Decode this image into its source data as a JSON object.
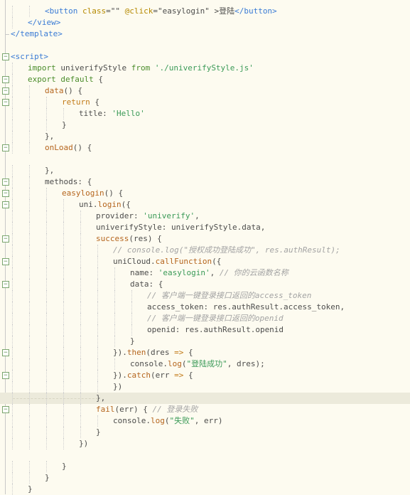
{
  "lines": [
    {
      "indent": 2,
      "fold": "",
      "tokens": [
        [
          "tag",
          "<button "
        ],
        [
          "attr",
          "class"
        ],
        [
          "plain",
          "=\"\" "
        ],
        [
          "attr",
          "@click"
        ],
        [
          "plain",
          "=\"easylogin\" >登陆"
        ],
        [
          "tag",
          "</button>"
        ]
      ]
    },
    {
      "indent": 1,
      "fold": "",
      "tokens": [
        [
          "tag",
          "</view>"
        ]
      ]
    },
    {
      "indent": 0,
      "fold": "end",
      "tokens": [
        [
          "tag",
          "</template>"
        ]
      ]
    },
    {
      "indent": 0,
      "fold": "",
      "tokens": []
    },
    {
      "indent": 0,
      "fold": "open",
      "tokens": [
        [
          "tag",
          "<script>"
        ]
      ]
    },
    {
      "indent": 1,
      "fold": "",
      "tokens": [
        [
          "kw2",
          "import"
        ],
        [
          "plain",
          " univerifyStyle "
        ],
        [
          "kw2",
          "from"
        ],
        [
          "plain",
          " "
        ],
        [
          "str",
          "'./univerifyStyle.js'"
        ]
      ]
    },
    {
      "indent": 1,
      "fold": "open",
      "tokens": [
        [
          "kw2",
          "export default"
        ],
        [
          "plain",
          " {"
        ]
      ]
    },
    {
      "indent": 2,
      "fold": "open",
      "tokens": [
        [
          "fn",
          "data"
        ],
        [
          "plain",
          "() {"
        ]
      ]
    },
    {
      "indent": 3,
      "fold": "open",
      "tokens": [
        [
          "kw",
          "return"
        ],
        [
          "plain",
          " {"
        ]
      ]
    },
    {
      "indent": 4,
      "fold": "",
      "tokens": [
        [
          "plain",
          "title: "
        ],
        [
          "str",
          "'Hello'"
        ]
      ]
    },
    {
      "indent": 3,
      "fold": "",
      "tokens": [
        [
          "plain",
          "}"
        ]
      ]
    },
    {
      "indent": 2,
      "fold": "",
      "tokens": [
        [
          "plain",
          "},"
        ]
      ]
    },
    {
      "indent": 2,
      "fold": "open",
      "tokens": [
        [
          "fn",
          "onLoad"
        ],
        [
          "plain",
          "() {"
        ]
      ]
    },
    {
      "indent": 0,
      "fold": "",
      "tokens": []
    },
    {
      "indent": 2,
      "fold": "",
      "tokens": [
        [
          "plain",
          "},"
        ]
      ]
    },
    {
      "indent": 2,
      "fold": "open",
      "tokens": [
        [
          "plain",
          "methods: {"
        ]
      ]
    },
    {
      "indent": 3,
      "fold": "open",
      "tokens": [
        [
          "fn",
          "easylogin"
        ],
        [
          "plain",
          "() {"
        ]
      ]
    },
    {
      "indent": 4,
      "fold": "open",
      "tokens": [
        [
          "plain",
          "uni."
        ],
        [
          "fn",
          "login"
        ],
        [
          "plain",
          "({"
        ]
      ]
    },
    {
      "indent": 5,
      "fold": "",
      "tokens": [
        [
          "plain",
          "provider: "
        ],
        [
          "str",
          "'univerify'"
        ],
        [
          "plain",
          ","
        ]
      ]
    },
    {
      "indent": 5,
      "fold": "",
      "tokens": [
        [
          "plain",
          "univerifyStyle: univerifyStyle.data,"
        ]
      ]
    },
    {
      "indent": 5,
      "fold": "open",
      "tokens": [
        [
          "fn",
          "success"
        ],
        [
          "plain",
          "(res) {"
        ]
      ]
    },
    {
      "indent": 6,
      "fold": "",
      "tokens": [
        [
          "cmt",
          "// console.log(\"授权成功登陆成功\", res.authResult);"
        ]
      ]
    },
    {
      "indent": 6,
      "fold": "open",
      "tokens": [
        [
          "plain",
          "uniCloud."
        ],
        [
          "fn",
          "callFunction"
        ],
        [
          "plain",
          "({"
        ]
      ]
    },
    {
      "indent": 7,
      "fold": "",
      "tokens": [
        [
          "plain",
          "name: "
        ],
        [
          "str",
          "'easylogin'"
        ],
        [
          "plain",
          ", "
        ],
        [
          "cmt",
          "// 你的云函数名称"
        ]
      ]
    },
    {
      "indent": 7,
      "fold": "open",
      "tokens": [
        [
          "plain",
          "data: {"
        ]
      ]
    },
    {
      "indent": 8,
      "fold": "",
      "tokens": [
        [
          "cmt",
          "// 客户端一键登录接口返回的access_token"
        ]
      ]
    },
    {
      "indent": 8,
      "fold": "",
      "tokens": [
        [
          "plain",
          "access_token: res.authResult.access_token,"
        ]
      ]
    },
    {
      "indent": 8,
      "fold": "",
      "tokens": [
        [
          "cmt",
          "// 客户端一键登录接口返回的openid"
        ]
      ]
    },
    {
      "indent": 8,
      "fold": "",
      "tokens": [
        [
          "plain",
          "openid: res.authResult.openid"
        ]
      ]
    },
    {
      "indent": 7,
      "fold": "",
      "tokens": [
        [
          "plain",
          "}"
        ]
      ]
    },
    {
      "indent": 6,
      "fold": "open",
      "tokens": [
        [
          "plain",
          "})."
        ],
        [
          "fn",
          "then"
        ],
        [
          "plain",
          "(dres "
        ],
        [
          "kw",
          "=>"
        ],
        [
          "plain",
          " {"
        ]
      ]
    },
    {
      "indent": 7,
      "fold": "",
      "tokens": [
        [
          "plain",
          "console."
        ],
        [
          "fn",
          "log"
        ],
        [
          "plain",
          "("
        ],
        [
          "str",
          "\"登陆成功\""
        ],
        [
          "plain",
          ", dres);"
        ]
      ]
    },
    {
      "indent": 6,
      "fold": "open",
      "tokens": [
        [
          "plain",
          "})."
        ],
        [
          "fn",
          "catch"
        ],
        [
          "plain",
          "(err "
        ],
        [
          "kw",
          "=>"
        ],
        [
          "plain",
          " {"
        ]
      ]
    },
    {
      "indent": 6,
      "fold": "",
      "tokens": [
        [
          "plain",
          "})"
        ]
      ]
    },
    {
      "indent": 5,
      "fold": "",
      "hl": true,
      "tokens": [
        [
          "plain",
          "},"
        ]
      ]
    },
    {
      "indent": 5,
      "fold": "open",
      "tokens": [
        [
          "fn",
          "fail"
        ],
        [
          "plain",
          "(err) { "
        ],
        [
          "cmt",
          "// 登录失败"
        ]
      ]
    },
    {
      "indent": 6,
      "fold": "",
      "tokens": [
        [
          "plain",
          "console."
        ],
        [
          "fn",
          "log"
        ],
        [
          "plain",
          "("
        ],
        [
          "str",
          "\"失败\""
        ],
        [
          "plain",
          ", err)"
        ]
      ]
    },
    {
      "indent": 5,
      "fold": "",
      "tokens": [
        [
          "plain",
          "}"
        ]
      ]
    },
    {
      "indent": 4,
      "fold": "",
      "tokens": [
        [
          "plain",
          "})"
        ]
      ]
    },
    {
      "indent": 0,
      "fold": "",
      "tokens": []
    },
    {
      "indent": 3,
      "fold": "",
      "tokens": [
        [
          "plain",
          "}"
        ]
      ]
    },
    {
      "indent": 2,
      "fold": "",
      "tokens": [
        [
          "plain",
          "}"
        ]
      ]
    },
    {
      "indent": 1,
      "fold": "",
      "tokens": [
        [
          "plain",
          "}"
        ]
      ]
    }
  ]
}
